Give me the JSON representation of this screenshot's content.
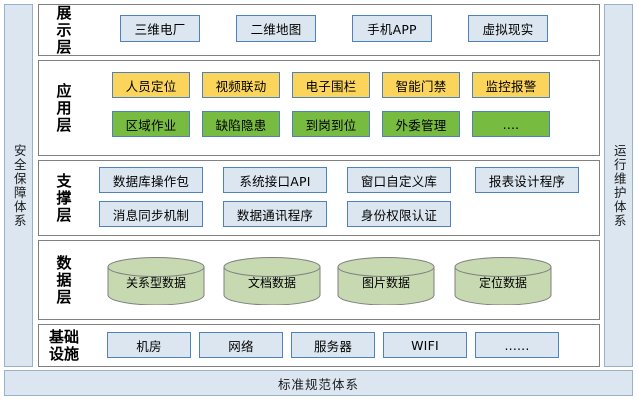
{
  "diagram": {
    "title_hidden": "",
    "left_rail": {
      "label": "安全保障体系"
    },
    "right_rail": {
      "label": "运行维护体系"
    },
    "bottom_bar": {
      "label": "标准规范体系"
    },
    "colors": {
      "blue_fill": "#dce6f1",
      "blue_border": "#4f81bd",
      "gold_fill": "#fbd45c",
      "green_fill": "#77bb41",
      "cylinder_fill": "#c6d9b0",
      "cylinder_border": "#7f7f7f",
      "layer_border": "#808080",
      "rail_fill": "#dce6f1",
      "rail_border": "#9bb0c9"
    },
    "layers": [
      {
        "id": "display",
        "label": "展示层",
        "label_lines": [
          "展",
          "示",
          "层"
        ],
        "nodes": [
          {
            "label": "三维电厂",
            "style": "blue"
          },
          {
            "label": "二维地图",
            "style": "blue"
          },
          {
            "label": "手机APP",
            "style": "blue"
          },
          {
            "label": "虚拟现实",
            "style": "blue"
          }
        ]
      },
      {
        "id": "application",
        "label": "应用层",
        "label_lines": [
          "应",
          "用",
          "层"
        ],
        "nodes_row1": [
          {
            "label": "人员定位",
            "style": "gold"
          },
          {
            "label": "视频联动",
            "style": "gold"
          },
          {
            "label": "电子围栏",
            "style": "gold"
          },
          {
            "label": "智能门禁",
            "style": "gold"
          },
          {
            "label": "监控报警",
            "style": "gold"
          }
        ],
        "nodes_row2": [
          {
            "label": "区域作业",
            "style": "green"
          },
          {
            "label": "缺陷隐患",
            "style": "green"
          },
          {
            "label": "到岗到位",
            "style": "green"
          },
          {
            "label": "外委管理",
            "style": "green"
          },
          {
            "label": "....",
            "style": "green"
          }
        ]
      },
      {
        "id": "support",
        "label": "支撑层",
        "label_lines": [
          "支",
          "撑",
          "层"
        ],
        "nodes_row1": [
          {
            "label": "数据库操作包",
            "style": "blue"
          },
          {
            "label": "系统接口API",
            "style": "blue"
          },
          {
            "label": "窗口自定义库",
            "style": "blue"
          },
          {
            "label": "报表设计程序",
            "style": "blue"
          }
        ],
        "nodes_row2": [
          {
            "label": "消息同步机制",
            "style": "blue"
          },
          {
            "label": "数据通讯程序",
            "style": "blue"
          },
          {
            "label": "身份权限认证",
            "style": "blue"
          }
        ]
      },
      {
        "id": "data",
        "label": "数据层",
        "label_lines": [
          "数",
          "据",
          "层"
        ],
        "cylinders": [
          {
            "label": "关系型数据"
          },
          {
            "label": "文档数据"
          },
          {
            "label": "图片数据"
          },
          {
            "label": "定位数据"
          }
        ]
      },
      {
        "id": "infrastructure",
        "label": "基础设施",
        "label_lines": [
          "基础",
          "设施"
        ],
        "nodes": [
          {
            "label": "机房",
            "style": "blue"
          },
          {
            "label": "网络",
            "style": "blue"
          },
          {
            "label": "服务器",
            "style": "blue"
          },
          {
            "label": "WIFI",
            "style": "blue"
          },
          {
            "label": "......",
            "style": "blue"
          }
        ]
      }
    ]
  }
}
